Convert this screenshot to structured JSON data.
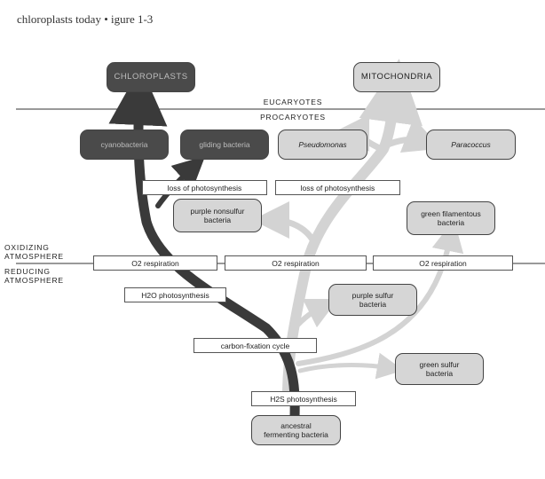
{
  "caption": "chloroplasts today • igure 1-3",
  "zones": {
    "upper": "EUCARYOTES",
    "lower": "PROCARYOTES"
  },
  "atmosphere": {
    "oxidizing": "OXIDIZING\nATMOSPHERE",
    "reducing": "REDUCING\nATMOSPHERE"
  },
  "nodes": {
    "chloroplasts": "CHLOROPLASTS",
    "mitochondria": "MITOCHONDRIA",
    "cyanobacteria": "cyanobacteria",
    "gliding_bacteria": "gliding bacteria",
    "pseudomonas": "Pseudomonas",
    "paracoccus": "Paracoccus",
    "purple_nonsulfur": "purple nonsulfur\nbacteria",
    "green_filamentous": "green filamentous\nbacteria",
    "purple_sulfur": "purple sulfur\nbacteria",
    "green_sulfur": "green sulfur\nbacteria",
    "ancestral": "ancestral\nfermenting bacteria"
  },
  "labels": {
    "loss_photosynthesis_1": "loss of photosynthesis",
    "loss_photosynthesis_2": "loss of photosynthesis",
    "o2_respiration_1": "O2 respiration",
    "o2_respiration_2": "O2 respiration",
    "o2_respiration_3": "O2 respiration",
    "h2o_photosynthesis": "H2O photosynthesis",
    "carbon_fixation": "carbon-fixation cycle",
    "h2s_photosynthesis": "H2S photosynthesis"
  }
}
